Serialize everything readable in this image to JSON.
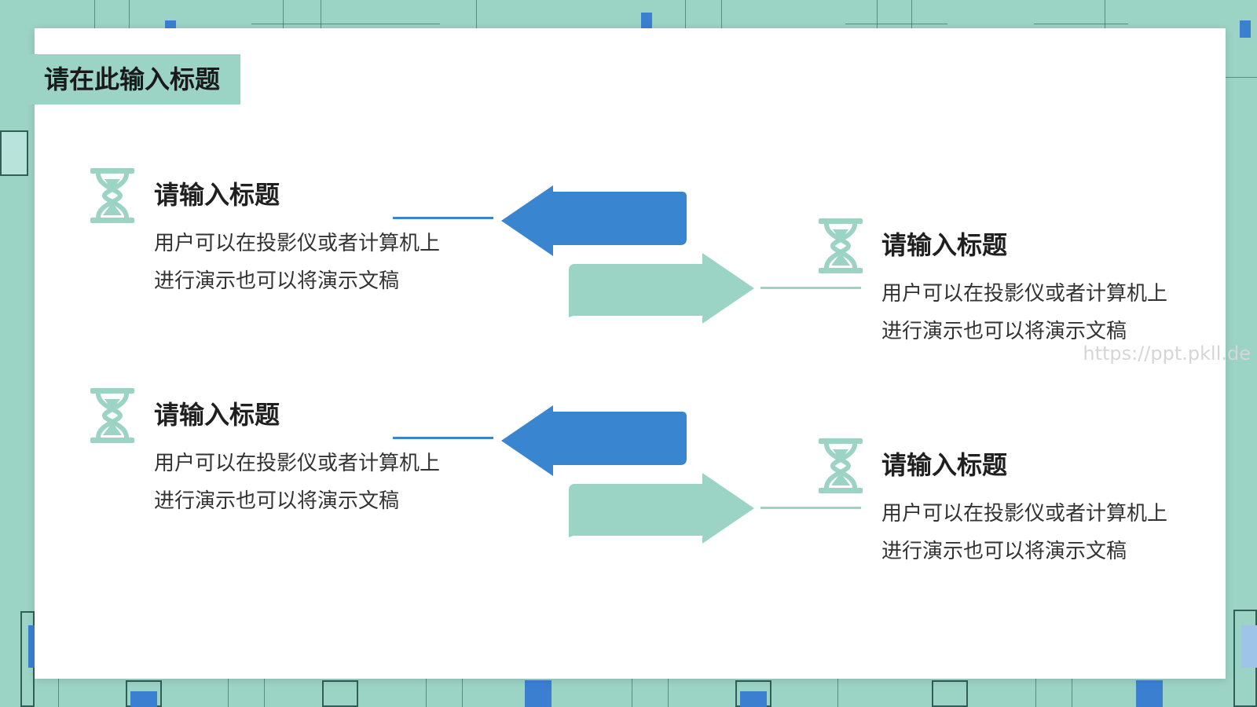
{
  "slide": {
    "title": "请在此输入标题"
  },
  "items": [
    {
      "heading": "请输入标题",
      "line1": "用户可以在投影仪或者计算机上",
      "line2": "进行演示也可以将演示文稿"
    },
    {
      "heading": "请输入标题",
      "line1": "用户可以在投影仪或者计算机上",
      "line2": "进行演示也可以将演示文稿"
    },
    {
      "heading": "请输入标题",
      "line1": "用户可以在投影仪或者计算机上",
      "line2": "进行演示也可以将演示文稿"
    },
    {
      "heading": "请输入标题",
      "line1": "用户可以在投影仪或者计算机上",
      "line2": "进行演示也可以将演示文稿"
    }
  ],
  "watermark": "https://ppt.pkll.de",
  "icons": {
    "item": "hourglass-icon",
    "left": "arrow-left-icon",
    "right": "arrow-right-icon"
  },
  "colors": {
    "accent_blue": "#3a85cf",
    "accent_mint": "#9bd3c5",
    "connector_blue": "#3a85cf",
    "connector_mint": "#9bd3c5"
  }
}
